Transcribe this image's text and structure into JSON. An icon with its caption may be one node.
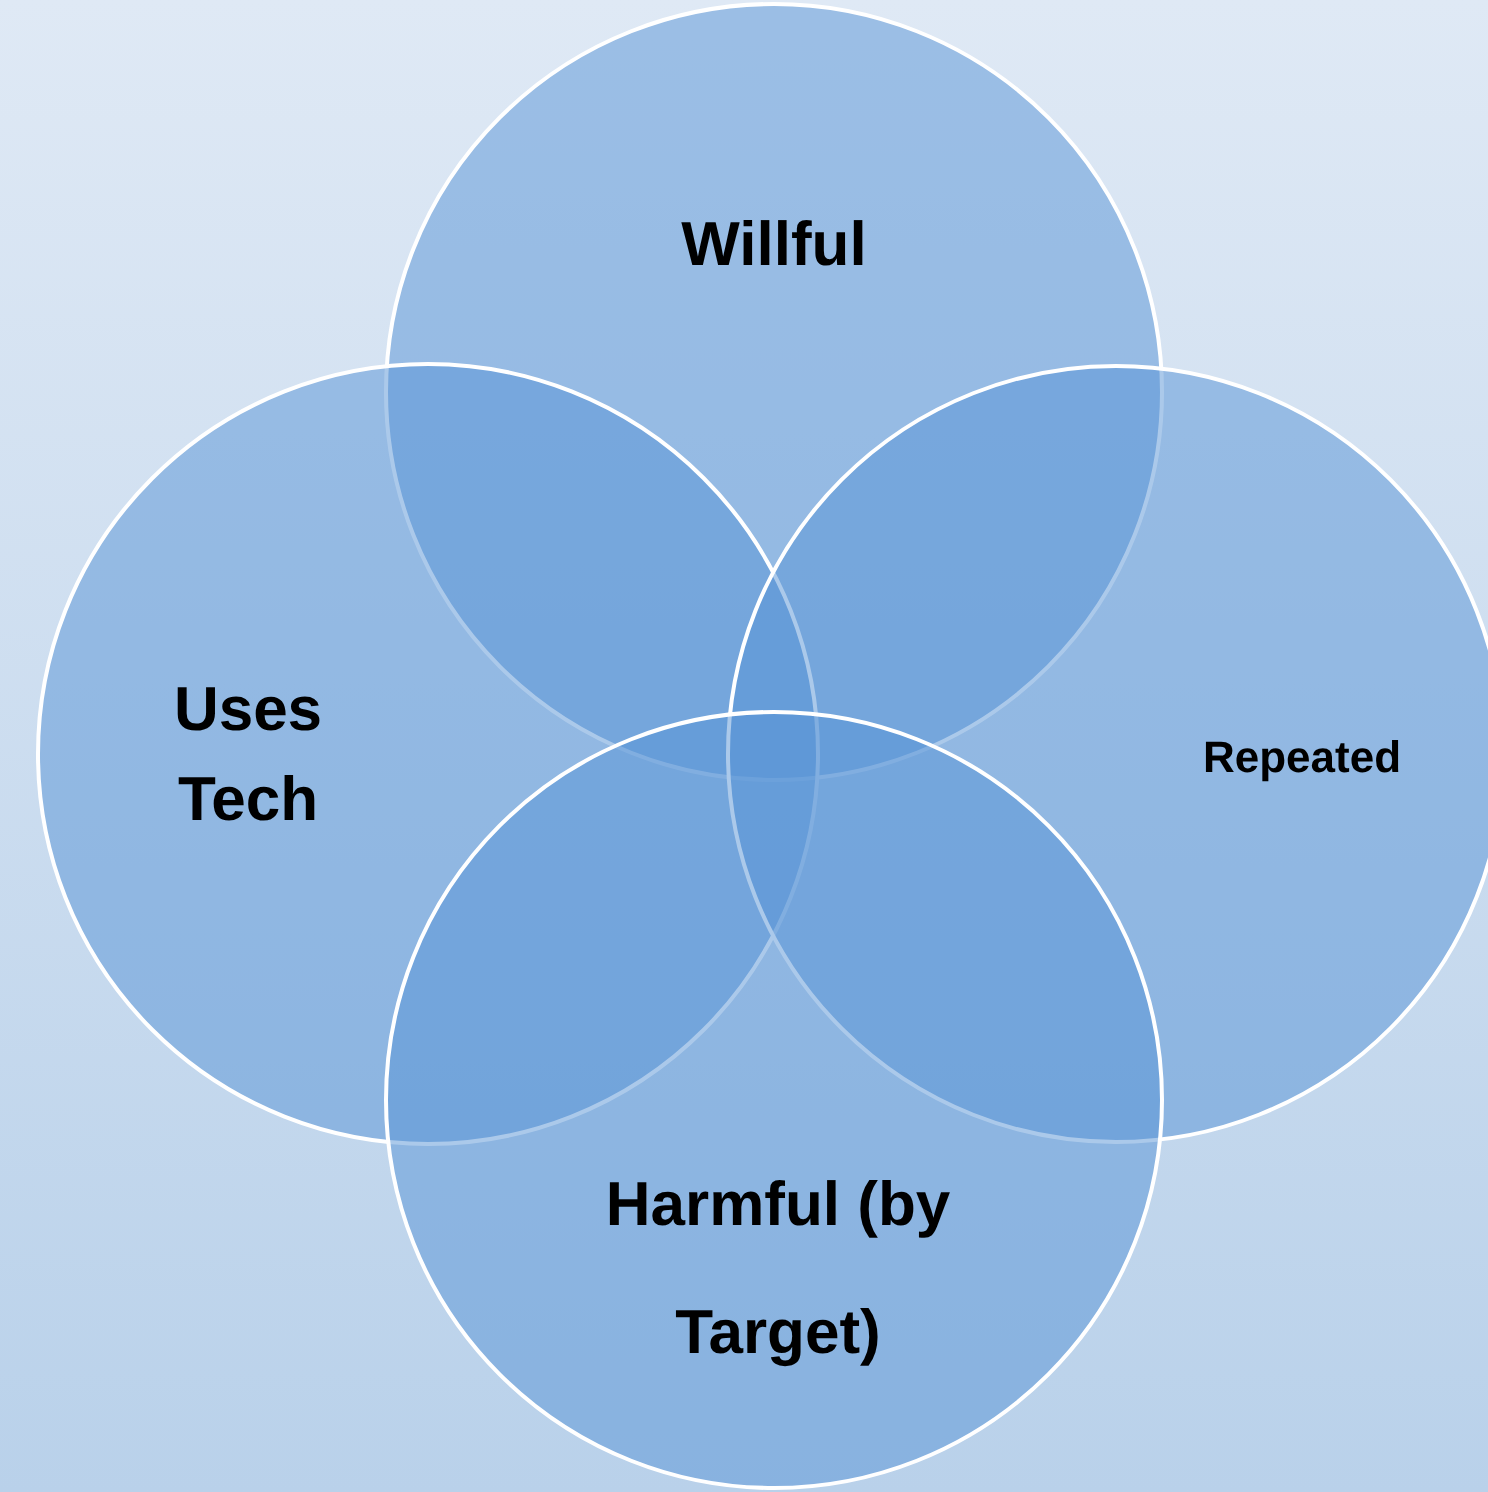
{
  "diagram": {
    "nodes": [
      {
        "text": [
          "Willful"
        ]
      },
      {
        "text": [
          "Uses Tech"
        ]
      },
      {
        "text": [
          "Repeated"
        ]
      },
      {
        "text": [
          "Harmful (by Target)"
        ]
      }
    ]
  }
}
